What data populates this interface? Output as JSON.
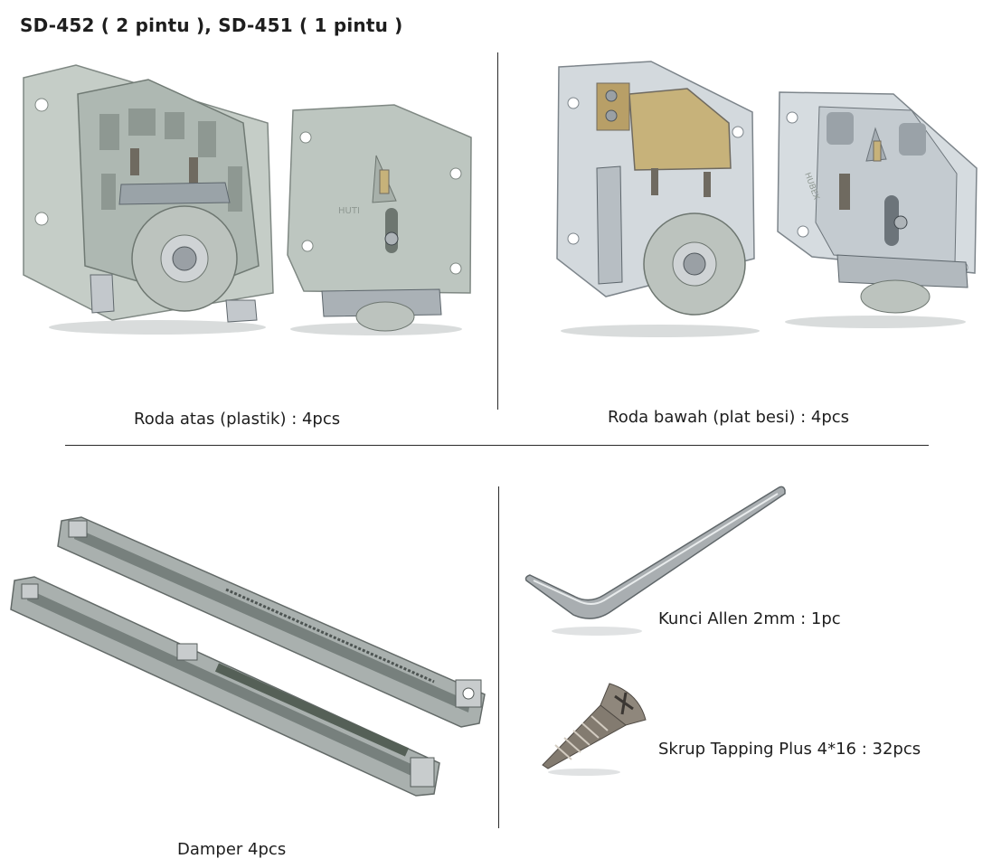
{
  "title": "SD-452 ( 2 pintu ), SD-451 ( 1 pintu )",
  "captions": {
    "top_left": "Roda atas (plastik) : 4pcs",
    "top_right": "Roda bawah (plat besi) : 4pcs",
    "damper": "Damper 4pcs",
    "allen": "Kunci Allen 2mm : 1pc",
    "screw": "Skrup Tapping Plus 4*16 : 32pcs"
  },
  "embossed_marks": {
    "plate_top_left": "HUTI",
    "plate_top_right": "HUBEX"
  },
  "colors": {
    "plastic": "#b9c2bc",
    "plastic_dark": "#8e9892",
    "steel": "#d3d9dd",
    "steel_dark": "#8b9298",
    "brass": "#c7b27a",
    "wheel": "#bcc3be",
    "bearing": "#9aa0a5"
  }
}
